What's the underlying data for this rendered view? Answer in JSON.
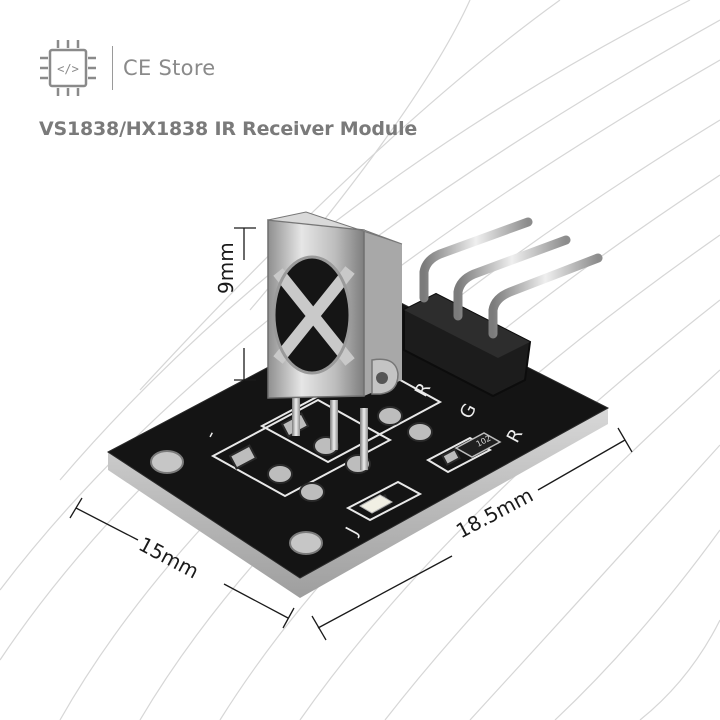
{
  "brand": {
    "name": "CE Store",
    "logo_icon": "chip-code-icon"
  },
  "title": "VS1838/HX1838 IR Receiver Module",
  "dimensions": {
    "height": "9mm",
    "width": "15mm",
    "length": "18.5mm"
  },
  "silkscreen": {
    "pin_r": "R",
    "pin_g": "G",
    "pin_r2": "R",
    "minus": "-",
    "resistor": "102",
    "label_j": "J"
  },
  "colors": {
    "board": "#111111",
    "header": "#1c1c1c",
    "metal": "#c9c9c9",
    "accent_text": "#8a8a8a"
  }
}
